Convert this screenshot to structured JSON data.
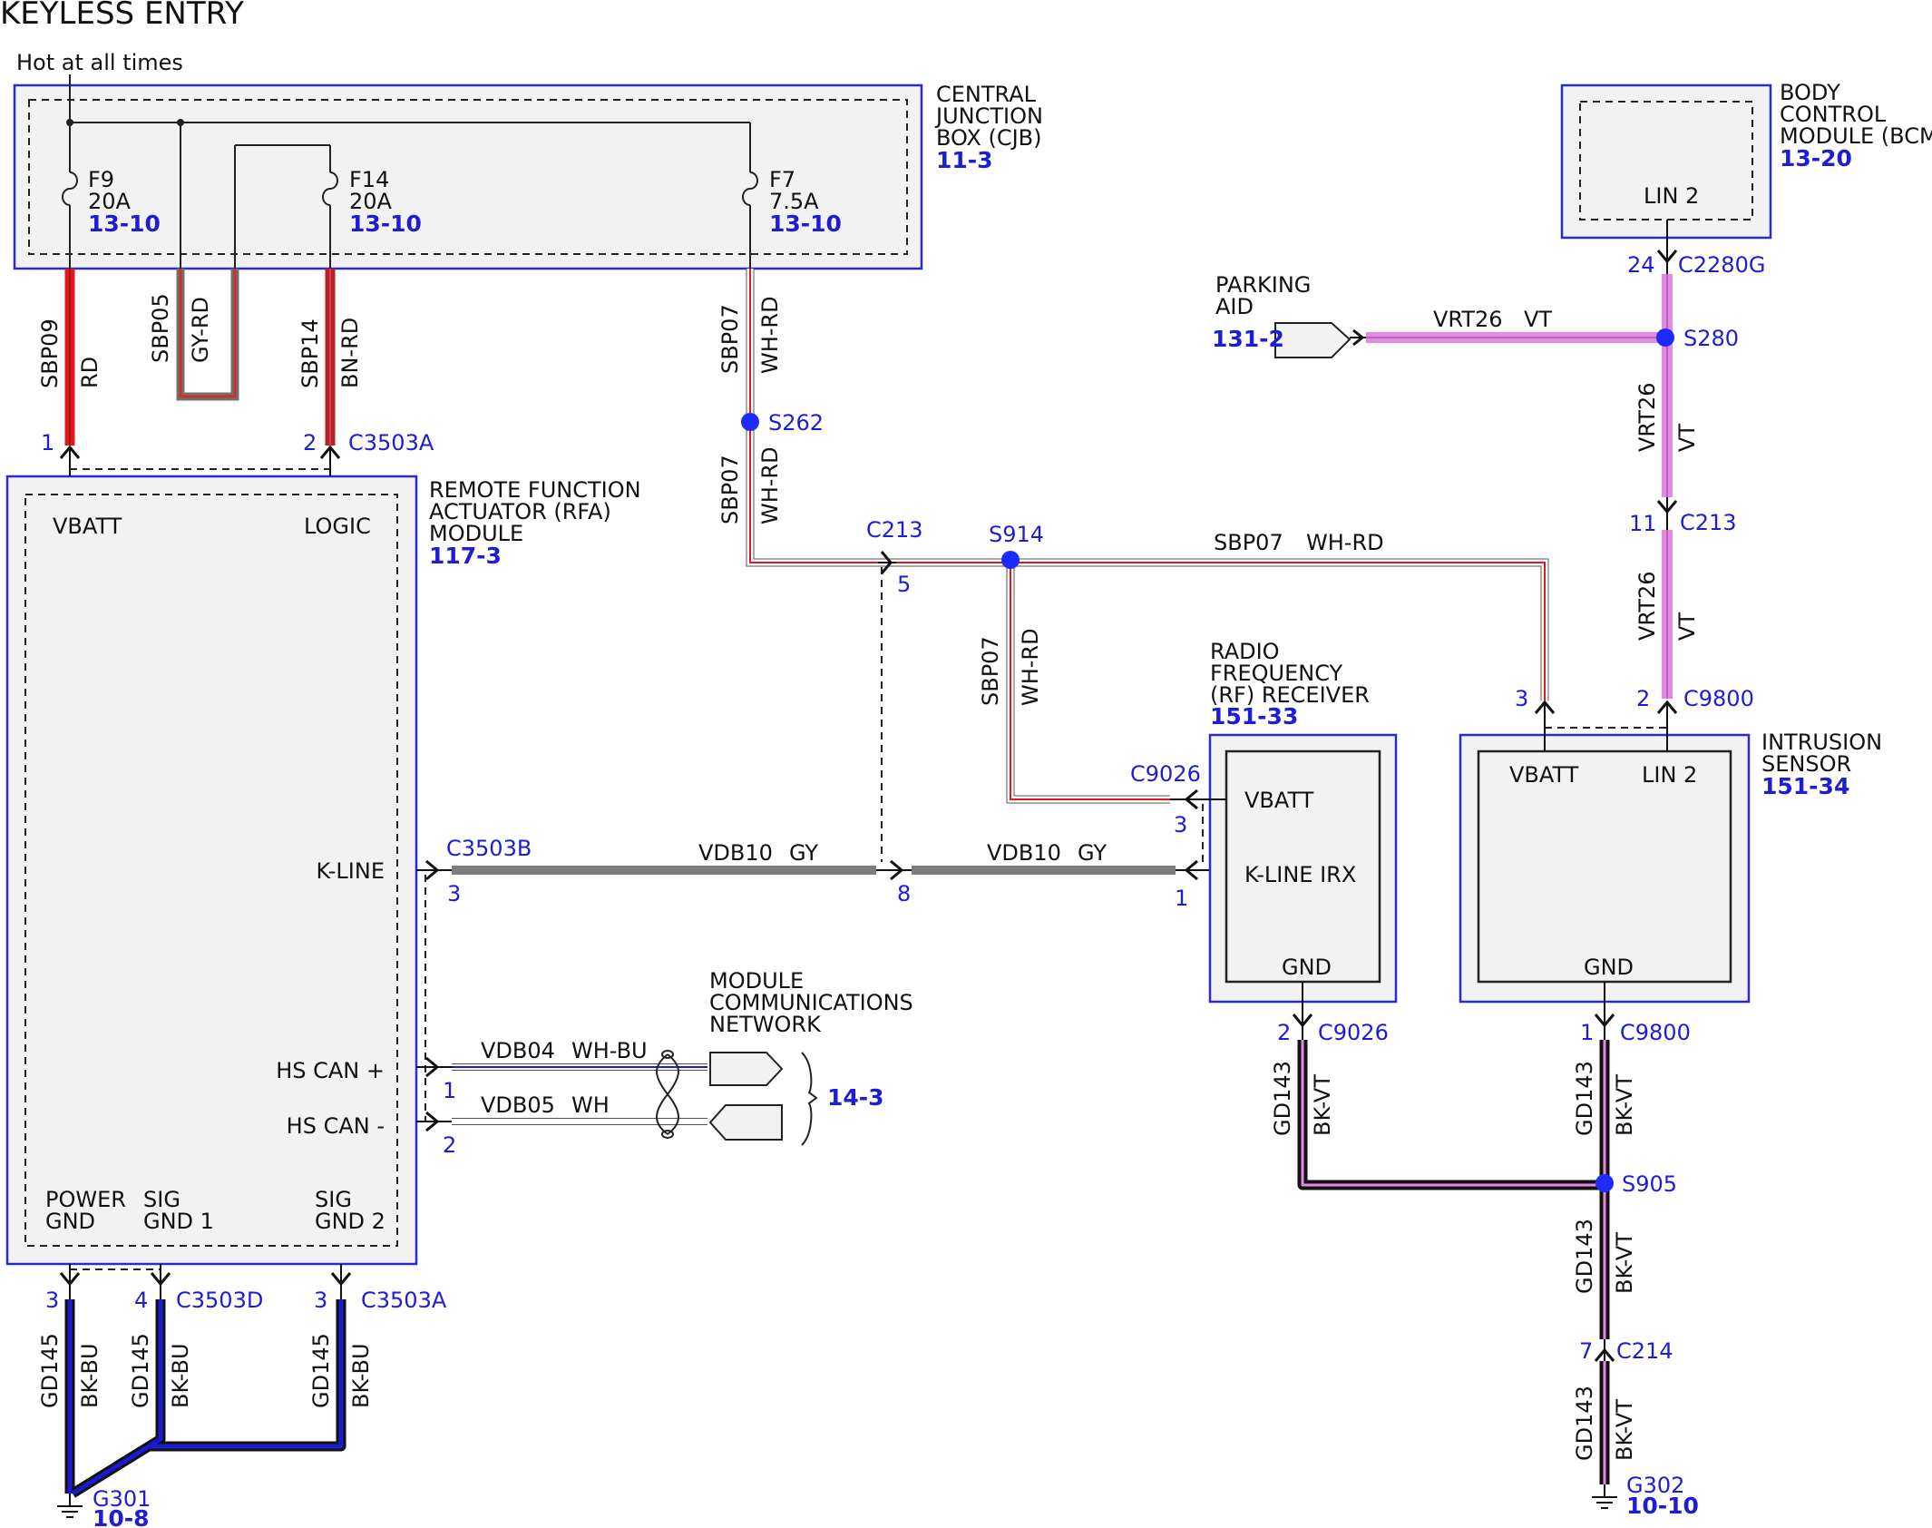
{
  "title": "KEYLESS ENTRY",
  "power_label": "Hot at all times",
  "colors": {
    "box_border": "#2a2ad2",
    "link_blue": "#1d1dd6",
    "splice_dot": "#1e2bff",
    "red": "#e0181f",
    "dark_red": "#b1222b",
    "gray": "#808080",
    "violet": "#e58ae3",
    "black": "#111111",
    "blue": "#1a1ad1",
    "white": "#ffffff"
  },
  "cjb": {
    "label_lines": [
      "CENTRAL",
      "JUNCTION",
      "BOX (CJB)"
    ],
    "ref": "11-3",
    "fuses": [
      {
        "name": "F9",
        "rating": "20A",
        "ref": "13-10"
      },
      {
        "name": "F14",
        "rating": "20A",
        "ref": "13-10"
      },
      {
        "name": "F7",
        "rating": "7.5A",
        "ref": "13-10"
      }
    ]
  },
  "bcm": {
    "label_lines": [
      "BODY",
      "CONTROL",
      "MODULE (BCM)"
    ],
    "ref": "13-20",
    "pin": "LIN 2"
  },
  "rfa": {
    "label_lines": [
      "REMOTE FUNCTION",
      "ACTUATOR (RFA)",
      "MODULE"
    ],
    "ref": "117-3",
    "pins": {
      "vbatt": "VBATT",
      "logic": "LOGIC",
      "kline": "K-LINE",
      "hscan_plus": "HS CAN +",
      "hscan_minus": "HS CAN -",
      "power_gnd": [
        "POWER",
        "GND"
      ],
      "sig_gnd1": [
        "SIG",
        "GND 1"
      ],
      "sig_gnd2": [
        "SIG",
        "GND 2"
      ]
    }
  },
  "rf_receiver": {
    "label_lines": [
      "RADIO",
      "FREQUENCY",
      "(RF) RECEIVER"
    ],
    "ref": "151-33",
    "pins": {
      "vbatt": "VBATT",
      "kline": "K-LINE IRX",
      "gnd": "GND"
    }
  },
  "intrusion": {
    "label_lines": [
      "INTRUSION",
      "SENSOR"
    ],
    "ref": "151-34",
    "pins": {
      "vbatt": "VBATT",
      "lin": "LIN 2",
      "gnd": "GND"
    }
  },
  "parking_aid": {
    "label_lines": [
      "PARKING",
      "AID"
    ],
    "ref": "131-2"
  },
  "network": {
    "label_lines": [
      "MODULE",
      "COMMUNICATIONS",
      "NETWORK"
    ],
    "ref": "14-3"
  },
  "wires": {
    "sbp09": "SBP09",
    "rd": "RD",
    "sbp05": "SBP05",
    "gy_rd": "GY-RD",
    "sbp14": "SBP14",
    "bn_rd": "BN-RD",
    "sbp07": "SBP07",
    "wh_rd": "WH-RD",
    "vdb10": "VDB10",
    "gy": "GY",
    "vdb04": "VDB04",
    "wh_bu": "WH-BU",
    "vdb05": "VDB05",
    "wh": "WH",
    "vrt26": "VRT26",
    "vt": "VT",
    "gd143": "GD143",
    "bk_vt": "BK-VT",
    "gd145": "GD145",
    "bk_bu": "BK-BU"
  },
  "connectors": {
    "c3503a": "C3503A",
    "c3503b": "C3503B",
    "c3503d": "C3503D",
    "c213": "C213",
    "c2280g": "C2280G",
    "c9026": "C9026",
    "c9800": "C9800",
    "c214": "C214"
  },
  "splices": {
    "s262": "S262",
    "s914": "S914",
    "s280": "S280",
    "s905": "S905"
  },
  "grounds": {
    "g301": {
      "name": "G301",
      "ref": "10-8"
    },
    "g302": {
      "name": "G302",
      "ref": "10-10"
    }
  },
  "pins": {
    "p1": "1",
    "p2": "2",
    "p3": "3",
    "p4": "4",
    "p5": "5",
    "p7": "7",
    "p8": "8",
    "p11": "11",
    "p24": "24"
  }
}
